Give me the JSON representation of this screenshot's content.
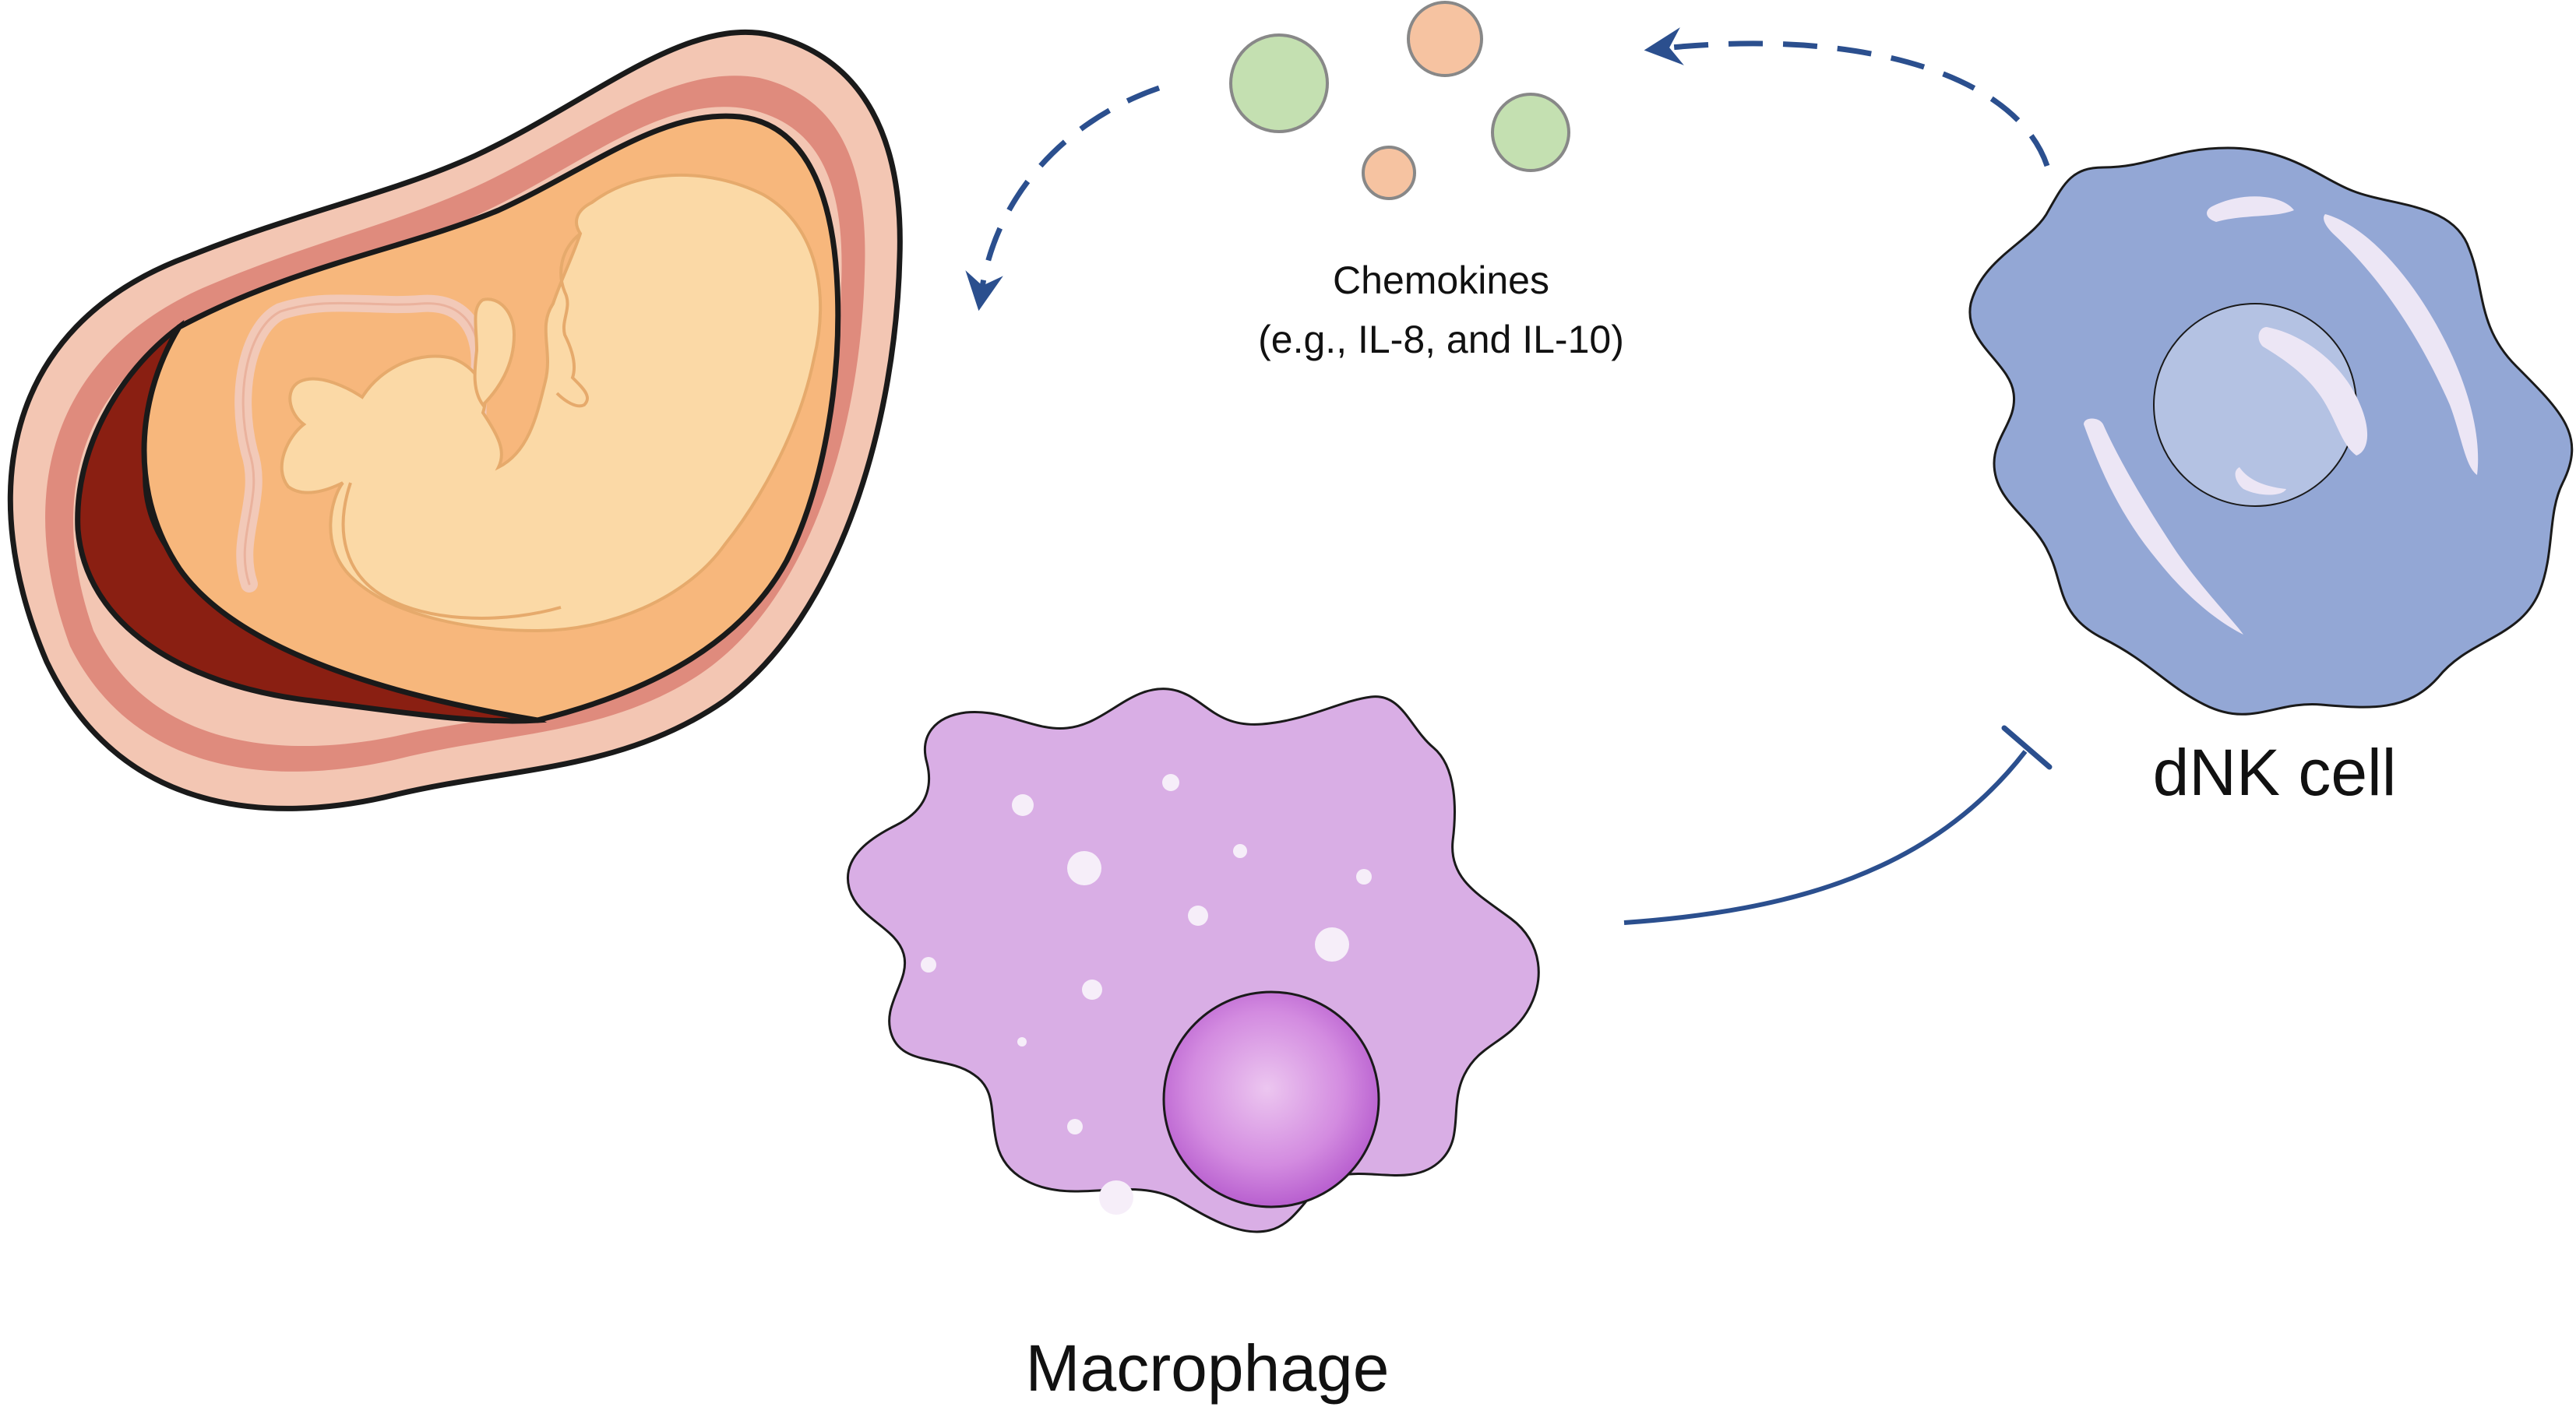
{
  "figure": {
    "labels": {
      "chemokines_title": "Chemokines",
      "chemokines_examples": "(e.g., IL-8, and IL-10)",
      "dnk_cell": "dNK cell",
      "macrophage": "Macrophage"
    },
    "nodes": [
      {
        "id": "fetus-in-uterus",
        "label": ""
      },
      {
        "id": "chemokines",
        "label": "Chemokines"
      },
      {
        "id": "dnk-cell",
        "label": "dNK cell"
      },
      {
        "id": "macrophage",
        "label": "Macrophage"
      }
    ],
    "edges": [
      {
        "from": "dnk-cell",
        "to": "chemokines",
        "style": "dashed",
        "head": "arrow"
      },
      {
        "from": "chemokines",
        "to": "fetus-in-uterus",
        "style": "dashed",
        "head": "arrow"
      },
      {
        "from": "macrophage",
        "to": "dnk-cell",
        "style": "solid",
        "head": "inhibition"
      }
    ],
    "colors": {
      "arrow": "#2b4f8e",
      "uterus_outer": "#f3c6b3",
      "uterus_middle": "#df8b7d",
      "placenta": "#8a1f12",
      "amniotic_fluid": "#f7b77c",
      "fetus": "#fbd9a6",
      "chemokine_green": "#c4e0b1",
      "chemokine_orange": "#f6c3a1",
      "dnk_cytoplasm": "#93a7d5",
      "dnk_nucleus": "#b4c2e3",
      "macrophage_cytoplasm": "#d9aee5",
      "macrophage_nucleus": "#c772d9"
    }
  }
}
